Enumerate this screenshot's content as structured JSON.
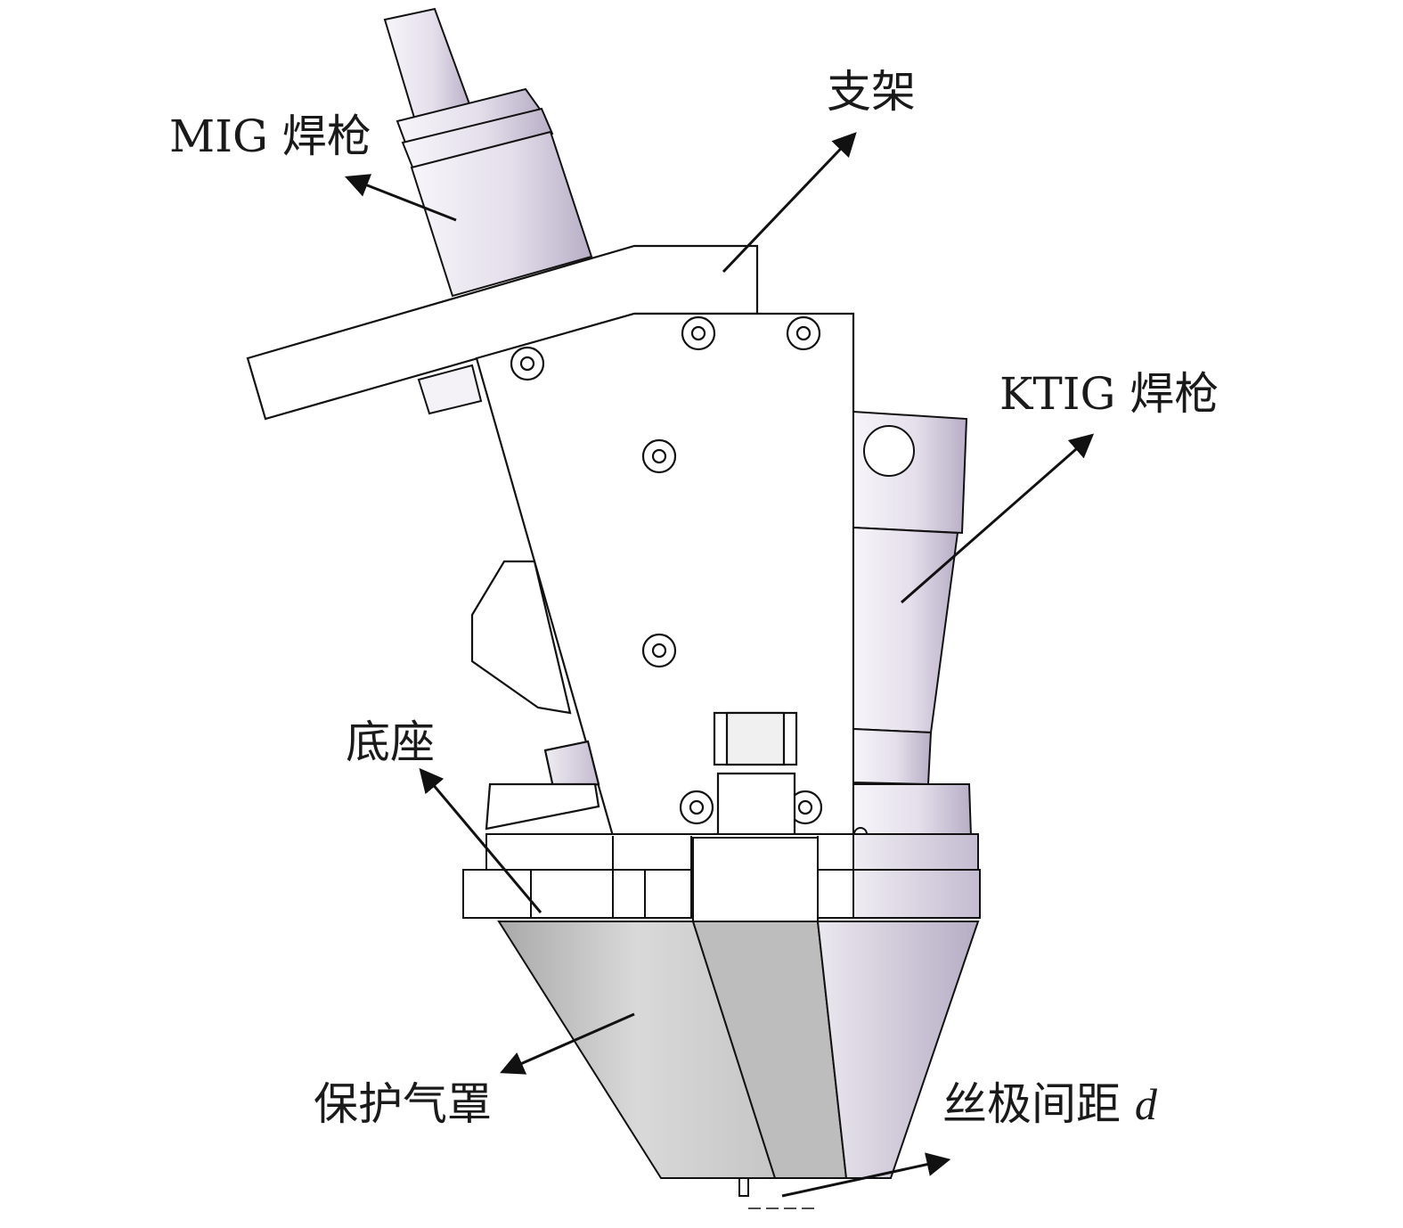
{
  "labels": {
    "mig_torch": "MIG 焊枪",
    "bracket": "支架",
    "ktig_torch": "KTIG 焊枪",
    "base": "底座",
    "gas_cup": "保护气罩",
    "wire_distance": "丝极间距",
    "wire_distance_var": "d"
  },
  "colors": {
    "outline": "#111111",
    "metal_light": "#f2f0f6",
    "metal_mid": "#dcd6e4",
    "metal_dark": "#b9b1c7",
    "cone_grey": "#c9c9c9",
    "cone_grey_dark": "#a9a9a9",
    "arrow": "#111111"
  }
}
